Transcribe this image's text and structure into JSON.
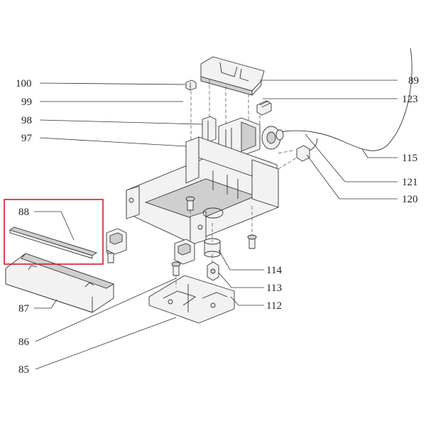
{
  "labels": {
    "p100": "100",
    "p99": "99",
    "p98": "98",
    "p97": "97",
    "p88": "88",
    "p87": "87",
    "p86": "86",
    "p85": "85",
    "p89": "89",
    "p123": "123",
    "p115": "115",
    "p121": "121",
    "p120": "120",
    "p114": "114",
    "p113": "113",
    "p112": "112"
  },
  "highlight": {
    "part": "88",
    "color": "#c8202a"
  }
}
